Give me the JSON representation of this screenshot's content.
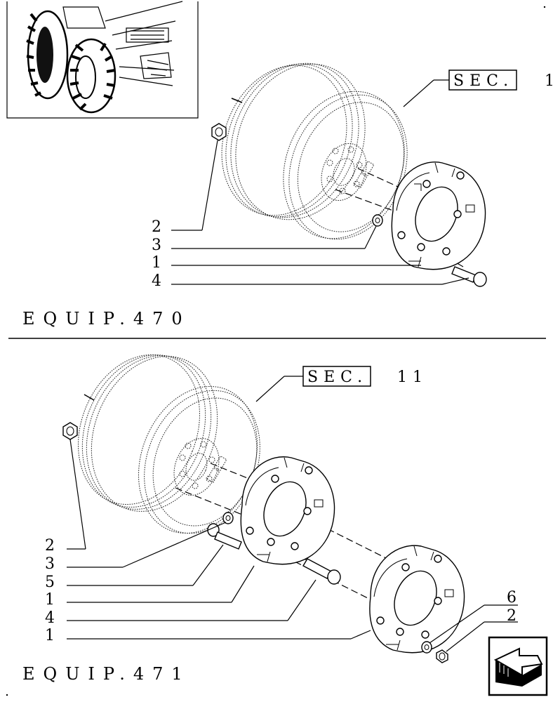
{
  "sections": [
    {
      "equip_code": "EQUIP.470",
      "sec_box": "SEC.",
      "sec_number": "1",
      "callouts": [
        "2",
        "3",
        "1",
        "4"
      ]
    },
    {
      "equip_code": "EQUIP.471",
      "sec_box": "SEC.",
      "sec_number": "11",
      "callouts_left": [
        "2",
        "3",
        "5",
        "1",
        "4",
        "1"
      ],
      "callouts_right": [
        "6",
        "2"
      ]
    }
  ],
  "icons": {
    "thumbnail": "tractor-thumbnail-icon",
    "nav": "next-page-arrow-icon"
  }
}
